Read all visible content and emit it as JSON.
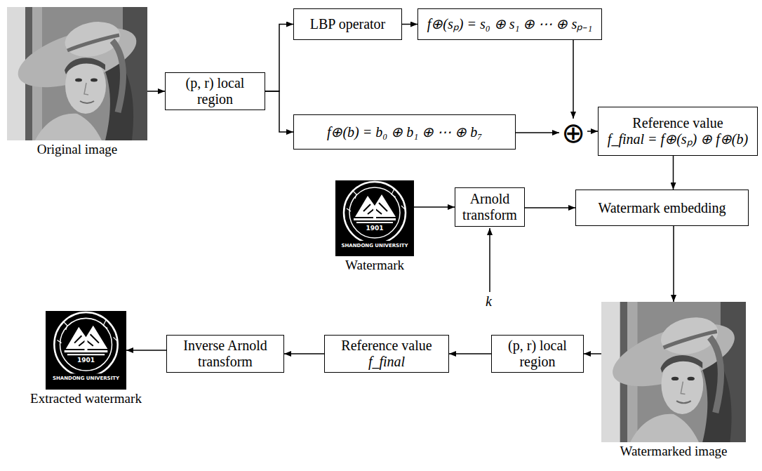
{
  "diagram": {
    "nodes": [
      {
        "text": [
          "Original image"
        ]
      },
      {
        "text": [
          "(p, r) local region"
        ]
      },
      {
        "text": [
          "LBP operator"
        ]
      },
      {
        "text": [
          "f⊕(sₚ) = s₀ ⊕ s₁ ⊕ ⋯ ⊕ sₚ₋₁"
        ]
      },
      {
        "text": [
          "f⊕(b) = b₀ ⊕ b₁ ⊕ ⋯ ⊕ b₇"
        ]
      },
      {
        "text": [
          "⊕"
        ]
      },
      {
        "text": [
          "Reference value",
          "f_final = f⊕(sₚ) ⊕ f⊕(b)"
        ]
      },
      {
        "text": [
          "Watermark"
        ]
      },
      {
        "text": [
          "Arnold transform"
        ]
      },
      {
        "text": [
          "Watermark embedding"
        ]
      },
      {
        "text": [
          "Watermarked image"
        ]
      },
      {
        "text": [
          "(p, r) local region"
        ]
      },
      {
        "text": [
          "Reference value",
          "f_final"
        ]
      },
      {
        "text": [
          "Inverse Arnold transform"
        ]
      },
      {
        "text": [
          "Extracted watermark"
        ]
      }
    ],
    "edges": [
      {
        "from": 0,
        "to": 1,
        "arrow": "to"
      },
      {
        "from": 1,
        "to": 2,
        "arrow": "to"
      },
      {
        "from": 1,
        "to": 4,
        "arrow": "to"
      },
      {
        "from": 2,
        "to": 3,
        "arrow": "to"
      },
      {
        "from": 3,
        "to": 5,
        "arrow": "to"
      },
      {
        "from": 4,
        "to": 5,
        "arrow": "to"
      },
      {
        "from": 5,
        "to": 6,
        "arrow": "to"
      },
      {
        "from": 6,
        "to": 9,
        "arrow": "to"
      },
      {
        "from": 7,
        "to": 8,
        "arrow": "to"
      },
      {
        "from": 8,
        "to": 9,
        "arrow": "to"
      },
      {
        "from": 9,
        "to": 10,
        "arrow": "to"
      },
      {
        "from": 10,
        "to": 11,
        "arrow": "to"
      },
      {
        "from": 11,
        "to": 12,
        "arrow": "to"
      },
      {
        "from": 12,
        "to": 13,
        "arrow": "to"
      },
      {
        "from": 13,
        "to": 14,
        "arrow": "to"
      }
    ],
    "labels": [
      "k",
      "1901",
      "SHANDONG UNIVERSITY",
      "1901",
      "SHANDONG UNIVERSITY"
    ]
  }
}
